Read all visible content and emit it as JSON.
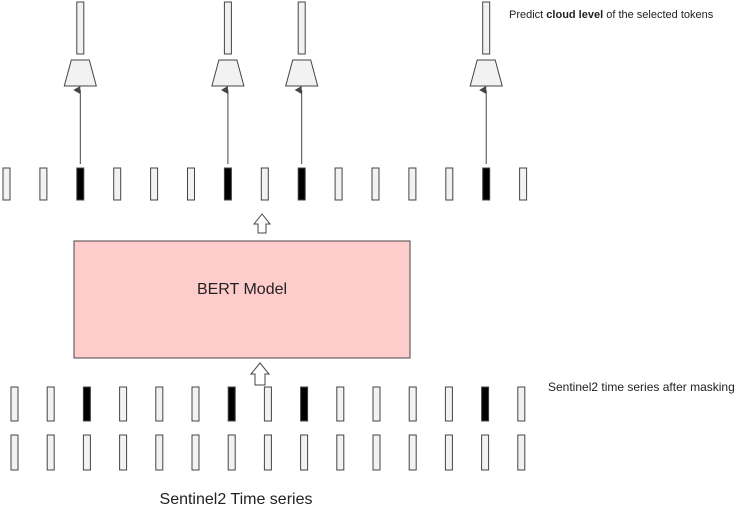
{
  "predict_label": {
    "before": "Predict ",
    "bold": "cloud level",
    "after": " of the selected tokens"
  },
  "model_label": "BERT Model",
  "masked_series_label": "Sentinel2 time series after masking",
  "input_series_label": "Sentinel2 Time series",
  "colors": {
    "model_fill": "#ffcccc",
    "stroke": "#444444",
    "token_fill": "#f2f2f2",
    "token_selected": "#000000"
  },
  "output_tokens": {
    "count": 15,
    "selected": [
      2,
      6,
      8,
      13
    ]
  },
  "masked_tokens": {
    "count": 15,
    "selected": [
      2,
      6,
      8,
      13
    ]
  },
  "input_tokens": {
    "count": 15,
    "selected": []
  },
  "prediction_heads": [
    2,
    6,
    8,
    13
  ]
}
